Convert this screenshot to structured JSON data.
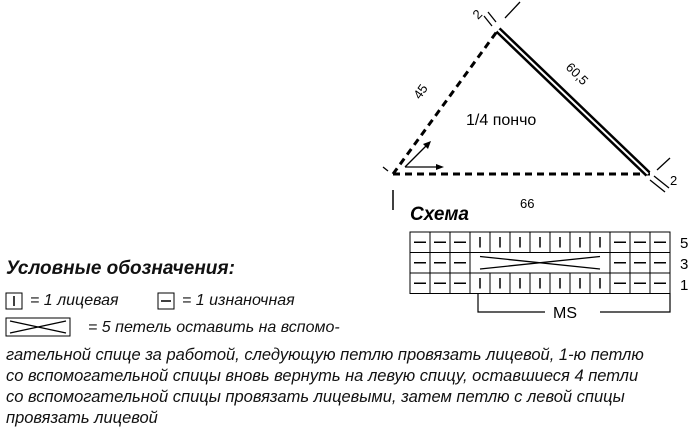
{
  "diagram": {
    "title": "1/4 пончо",
    "left_side": "45",
    "right_side": "60,5",
    "bottom_side": "66",
    "corner_top": "2",
    "corner_right": "2"
  },
  "scheme": {
    "title": "Схема",
    "row_labels": [
      "5",
      "3",
      "1"
    ],
    "repeat_label": "MS",
    "rows": [
      [
        "p",
        "p",
        "p",
        "k",
        "k",
        "k",
        "k",
        "k",
        "k",
        "k",
        "p",
        "p",
        "p"
      ],
      [
        "p",
        "p",
        "p",
        "x",
        "x",
        "x",
        "x",
        "x",
        "x",
        "x",
        "p",
        "p",
        "p"
      ],
      [
        "p",
        "p",
        "p",
        "k",
        "k",
        "k",
        "k",
        "k",
        "k",
        "k",
        "p",
        "p",
        "p"
      ]
    ]
  },
  "legend": {
    "title": "Условные обозначения:",
    "knit": "= 1 лицевая",
    "purl": "= 1 изнаночная",
    "cross_first": "= 5 петель оставить на вспомо-",
    "cross_rest": [
      "гательной спице за работой, следующую петлю провязать лицевой, 1-ю петлю",
      "со вспомогательной спицы вновь вернуть на левую спицу, оставшиеся 4 петли",
      "со вспомогательной спицы провязать лицевыми, затем петлю с левой спицы",
      "провязать лицевой"
    ]
  }
}
